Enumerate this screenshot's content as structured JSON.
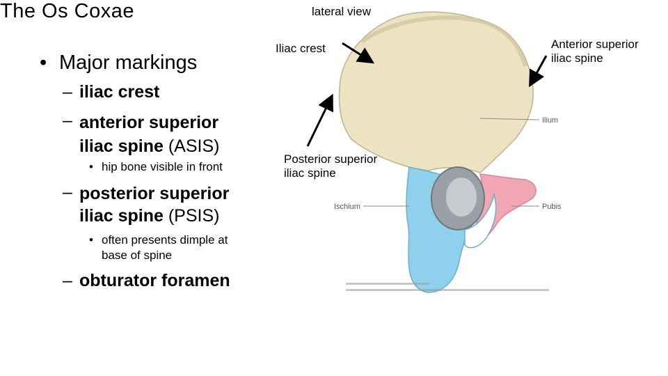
{
  "slide": {
    "title": "The Os Coxae",
    "bullets": {
      "major": "Major markings",
      "iliac_crest": "iliac crest",
      "asis_bold": "anterior superior",
      "asis_bold_2": "iliac spine",
      "asis_abbr": " (ASIS)",
      "asis_note": "hip bone visible in front",
      "psis_bold": "posterior superior",
      "psis_bold_2": "iliac spine",
      "psis_abbr": " (PSIS)",
      "psis_note_1": "often presents dimple at",
      "psis_note_2": "base of spine",
      "obturator": "obturator foramen"
    }
  },
  "figure": {
    "view_label": "lateral view",
    "iliac_crest_label": "Iliac crest",
    "asis_label_1": "Anterior superior",
    "asis_label_2": "iliac spine",
    "psis_label_1": "Posterior superior",
    "psis_label_2": "iliac spine",
    "ilium_label": "Ilium",
    "ischium_label": "Ischium",
    "pubis_label": "Pubis",
    "colors": {
      "ilium": "#ece3c2",
      "ischium": "#8fd0ec",
      "pubis": "#f1a6b4",
      "acetabulum": "#9aa0a6"
    }
  }
}
